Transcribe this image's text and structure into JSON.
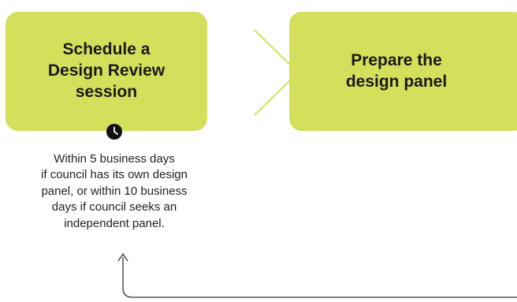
{
  "steps": [
    {
      "label_lines": [
        "Schedule a",
        "Design Review",
        "session"
      ]
    },
    {
      "label_lines": [
        "Prepare the",
        "design panel"
      ]
    }
  ],
  "timing_note": {
    "icon": "clock-icon",
    "lines": [
      "Within 5 business days",
      "if council has its own design",
      "panel, or within 10 business",
      "days if council seeks an",
      "independent panel."
    ]
  },
  "colors": {
    "step_fill": "#d4df5b",
    "connector": "#d4df5b",
    "return_line": "#333333",
    "text": "#1a1a1a"
  }
}
